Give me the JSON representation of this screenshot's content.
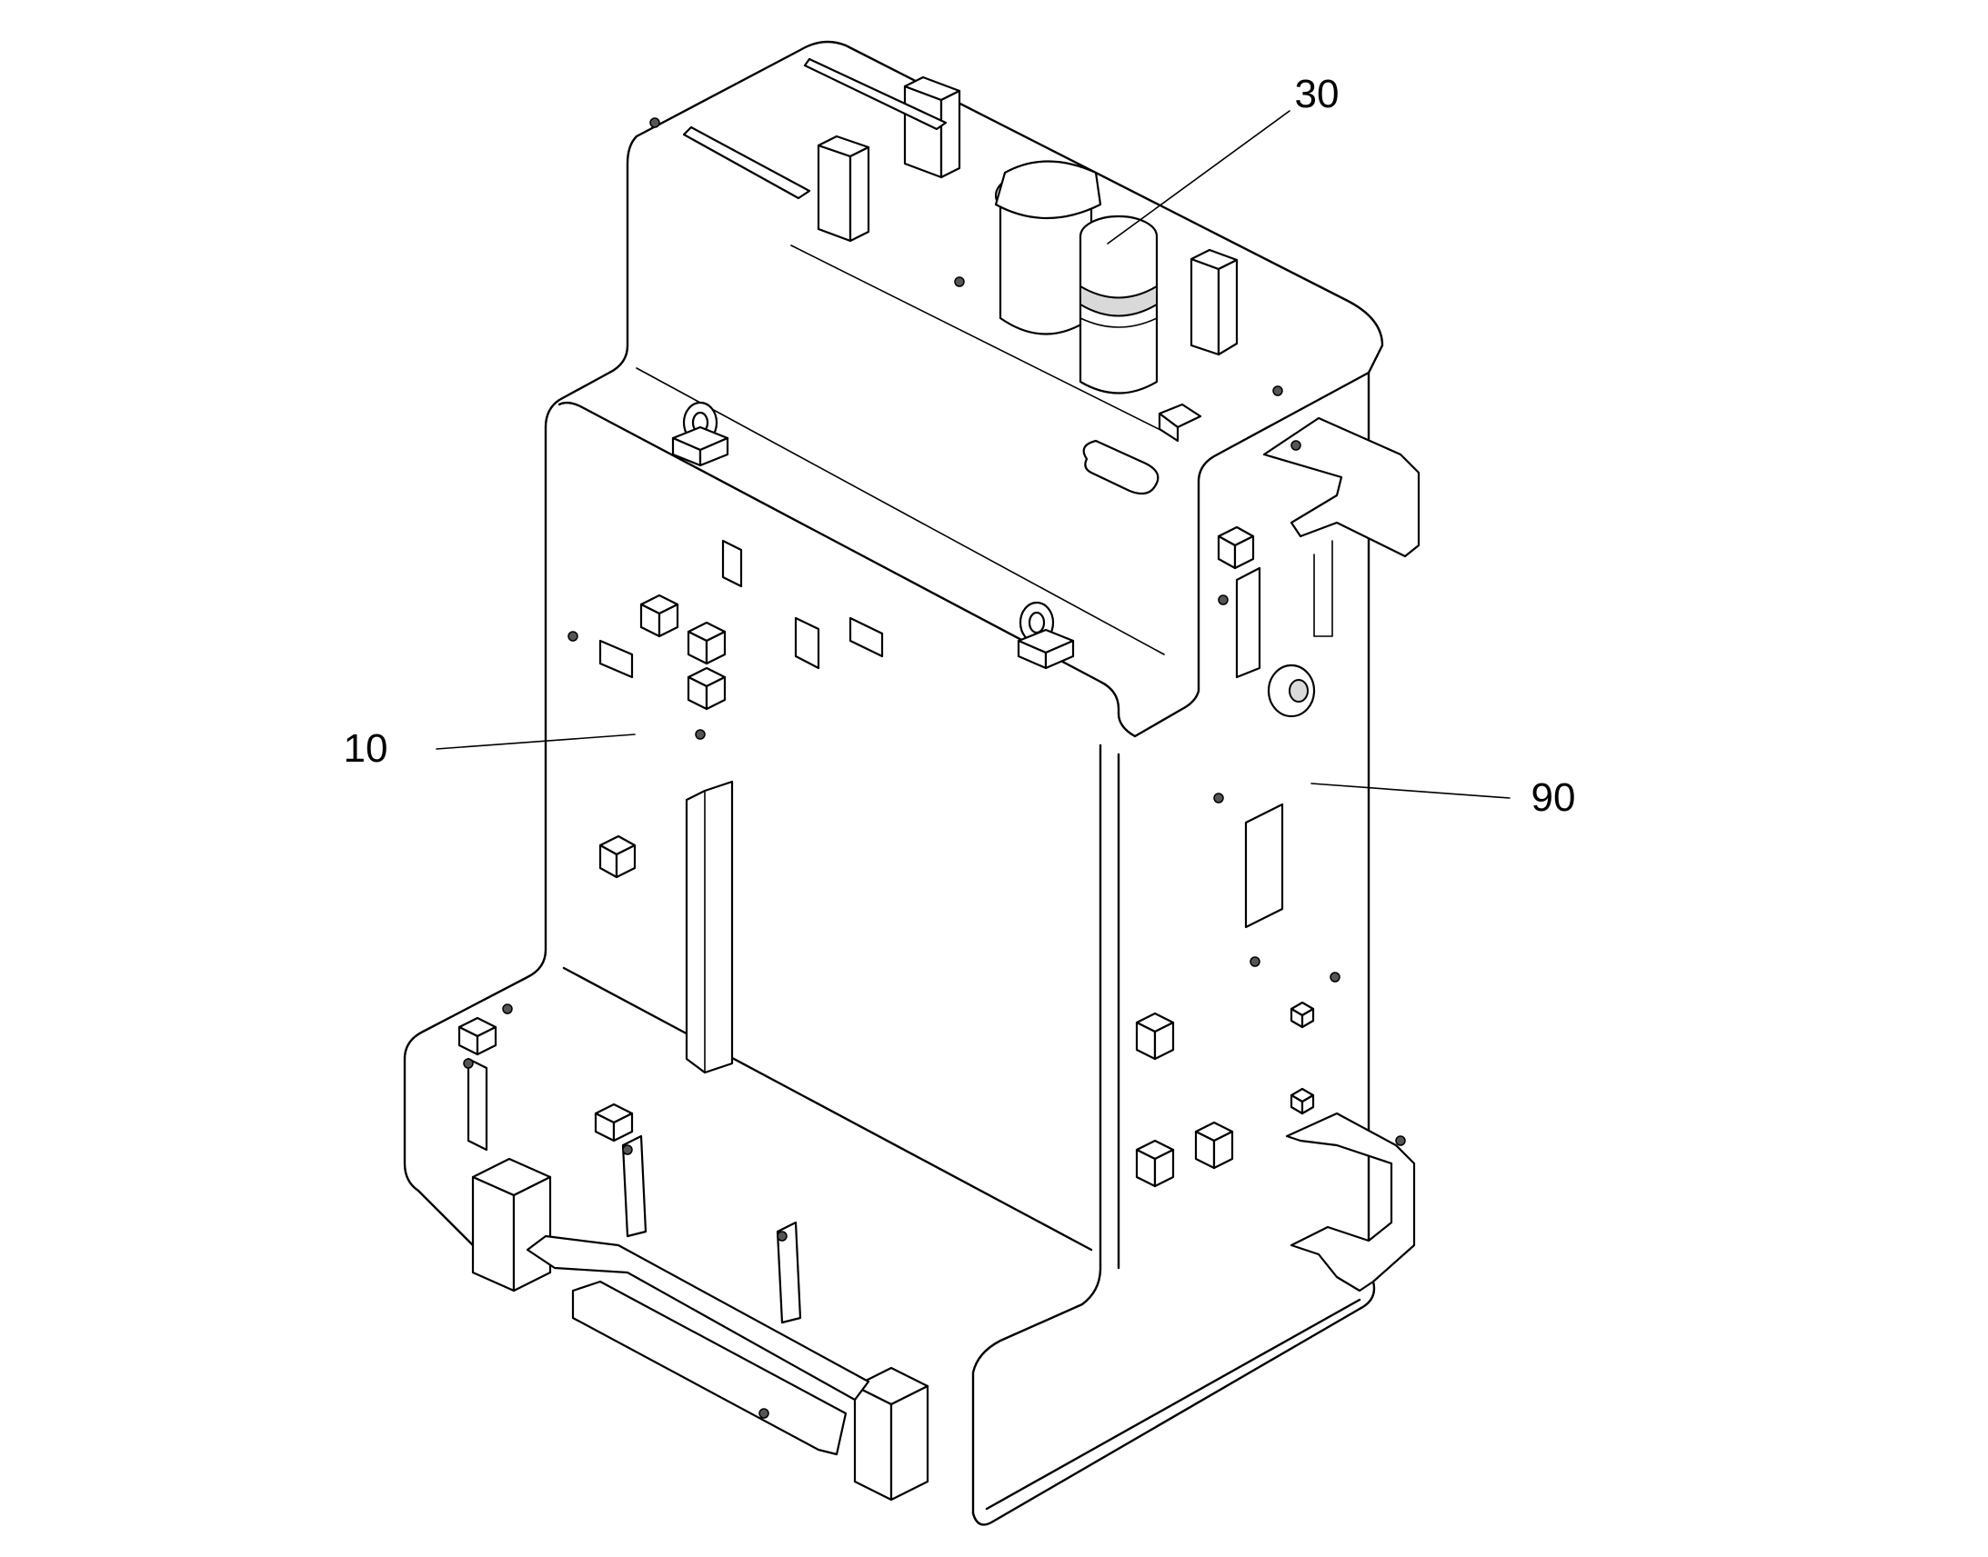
{
  "callouts": [
    {
      "id": "10",
      "label": "10"
    },
    {
      "id": "30",
      "label": "30"
    },
    {
      "id": "90",
      "label": "90"
    }
  ]
}
